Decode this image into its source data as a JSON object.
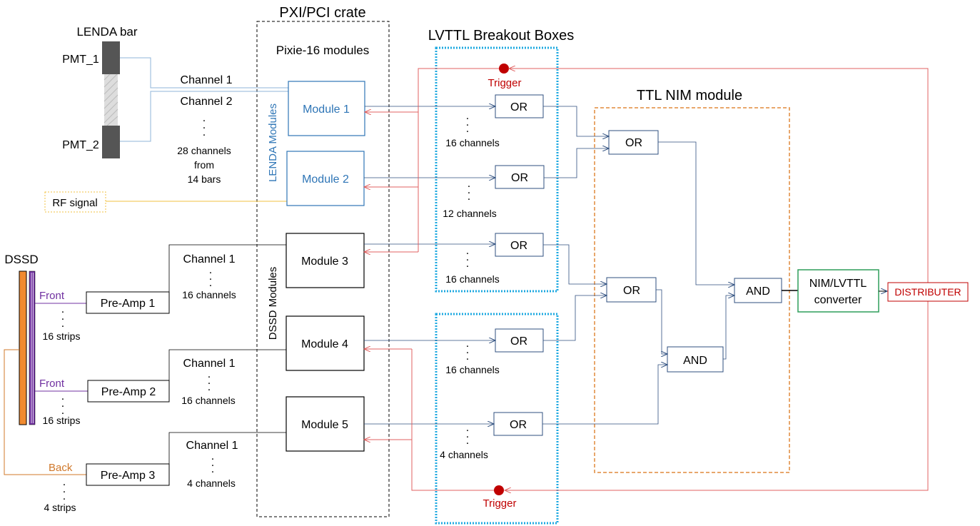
{
  "colors": {
    "lenda_blue": "#2E75B6",
    "box_navy": "#2F4F7F",
    "trigger_red": "#C00000",
    "wire_red": "#E06060",
    "wire_lenda": "#8FB4D8",
    "rf_yellow": "#F0C040",
    "breakout_cyan": "#1FA9E0",
    "nim_orange": "#E08A3C",
    "converter_green": "#2E9E5A",
    "front_purple": "#7030A0",
    "back_orange": "#D0782A",
    "dssd_orange": "#F08A30"
  },
  "titles": {
    "crate": "PXI/PCI crate",
    "pixie": "Pixie-16 modules",
    "breakout": "LVTTL Breakout Boxes",
    "nim": "TTL NIM module",
    "lenda_bar": "LENDA bar",
    "dssd": "DSSD"
  },
  "lenda": {
    "pmt1": "PMT_1",
    "pmt2": "PMT_2",
    "ch1": "Channel 1",
    "ch2": "Channel 2",
    "dots": ".",
    "chan_line1": "28 channels",
    "chan_line2": "from",
    "chan_line3": "14 bars",
    "modules_label": "LENDA Modules"
  },
  "rf": {
    "label": "RF signal"
  },
  "modules": {
    "m1": "Module 1",
    "m2": "Module 2",
    "m3": "Module 3",
    "m4": "Module 4",
    "m5": "Module 5",
    "dssd_label": "DSSD Modules"
  },
  "dssd_side": {
    "front1": "Front",
    "front2": "Front",
    "back": "Back",
    "strips1": "16 strips",
    "strips2": "16 strips",
    "strips3": "4 strips",
    "dot": "."
  },
  "preamps": {
    "p1": "Pre-Amp 1",
    "p2": "Pre-Amp 2",
    "p3": "Pre-Amp 3",
    "ch1a": "Channel 1",
    "ch1b": "Channel 1",
    "ch1c": "Channel 1",
    "c1": "16 channels",
    "c2": "16 channels",
    "c3": "4 channels"
  },
  "breakout": {
    "or": "OR",
    "c1": "16 channels",
    "c2": "12 channels",
    "c3": "16 channels",
    "c4": "16 channels",
    "c5": "4 channels",
    "trigger_top": "Trigger",
    "trigger_bottom": "Trigger"
  },
  "nim": {
    "or": "OR",
    "and": "AND"
  },
  "converter": {
    "line1": "NIM/LVTTL",
    "line2": "converter"
  },
  "distributer": {
    "label": "DISTRIBUTER"
  }
}
